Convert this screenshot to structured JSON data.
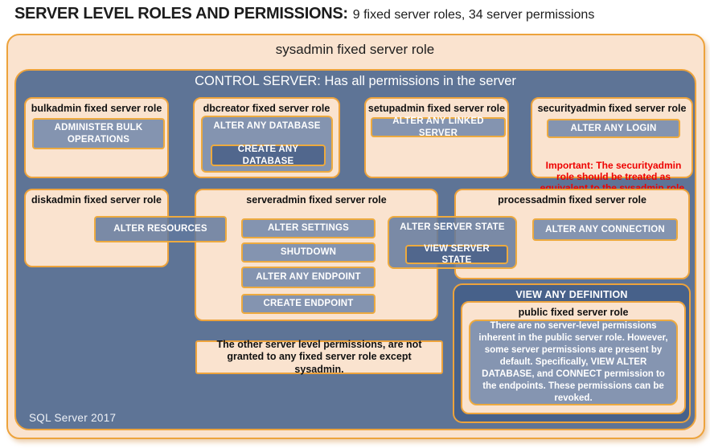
{
  "header": {
    "title_bold": "SERVER LEVEL ROLES AND PERMISSIONS:",
    "title_rest": "9 fixed server roles, 34 server permissions"
  },
  "sysadmin_box": {
    "label": "sysadmin fixed server role"
  },
  "control_server_box": {
    "label": "CONTROL SERVER: Has all permissions in the server"
  },
  "bulkadmin": {
    "title": "bulkadmin fixed server role",
    "perm_administer_bulk_operations": "ADMINISTER BULK OPERATIONS"
  },
  "dbcreator": {
    "title": "dbcreator fixed server role",
    "perm_alter_any_database": "ALTER ANY DATABASE",
    "perm_create_any_database": "CREATE ANY DATABASE"
  },
  "setupadmin": {
    "title": "setupadmin fixed server role",
    "perm_alter_any_linked_server": "ALTER ANY LINKED SERVER"
  },
  "securityadmin": {
    "title": "securityadmin fixed server role",
    "perm_alter_any_login": "ALTER ANY LOGIN",
    "important_note": "Important: The securityadmin role should be treated as equivalent to the sysadmin role."
  },
  "diskadmin": {
    "title": "diskadmin fixed server role",
    "perm_alter_resources": "ALTER RESOURCES"
  },
  "serveradmin": {
    "title": "serveradmin fixed server role",
    "perm_alter_settings": "ALTER SETTINGS",
    "perm_shutdown": "SHUTDOWN",
    "perm_alter_any_endpoint": "ALTER ANY ENDPOINT",
    "perm_create_endpoint": "CREATE ENDPOINT",
    "perm_alter_server_state": "ALTER SERVER STATE",
    "perm_view_server_state": "VIEW SERVER STATE"
  },
  "processadmin": {
    "title": "processadmin fixed server role",
    "perm_alter_any_connection": "ALTER ANY CONNECTION"
  },
  "other_permissions_note": "The other server level permissions, are not granted to any fixed server role except sysadmin.",
  "view_any_definition_box": {
    "label": "VIEW ANY DEFINITION",
    "public_role_title": "public fixed server role",
    "public_role_description": "There are no server-level permissions inherent in the public server role. However, some server permissions are present by default. Specifically, VIEW ALTER DATABASE, and CONNECT permission to the endpoints. These permissions can be revoked."
  },
  "footer": {
    "label": "SQL Server 2017"
  },
  "colors": {
    "peach": "#fae3cf",
    "gold_border": "#eda33c",
    "control_server_blue": "#5e7496",
    "permission_button_blue": "#8494b0",
    "nested_permission_dark_blue": "#51678d",
    "view_any_definition_blue": "#47618a",
    "public_description_blue": "#8595b1",
    "important_red": "#ee0000"
  }
}
